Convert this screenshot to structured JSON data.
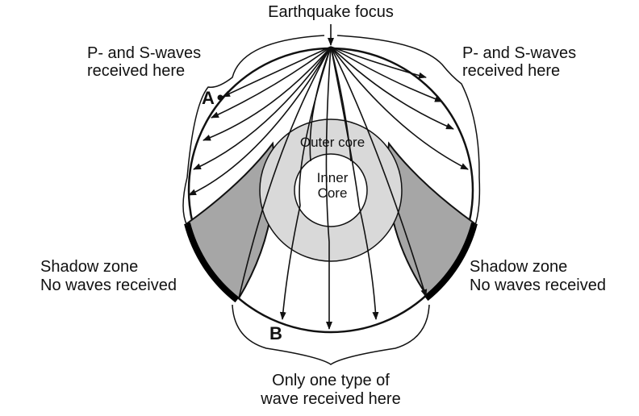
{
  "labels": {
    "focus": "Earthquake focus",
    "ps_left_1": "P- and S-waves",
    "ps_left_2": "received here",
    "ps_right_1": "P- and S-waves",
    "ps_right_2": "received here",
    "shadow_left_1": "Shadow zone",
    "shadow_left_2": "No waves received",
    "shadow_right_1": "Shadow zone",
    "shadow_right_2": "No waves received",
    "outer_core": "Outer core",
    "inner_core_1": "Inner",
    "inner_core_2": "Core",
    "one_type_1": "Only one type of",
    "one_type_2": "wave received here",
    "point_a": "A",
    "point_b": "B"
  },
  "colors": {
    "outline": "#111111",
    "outer_core": "#d9d9d9",
    "inner_core": "#ffffff",
    "shadow_zone": "#a6a6a6",
    "shadow_band": "#000000"
  }
}
